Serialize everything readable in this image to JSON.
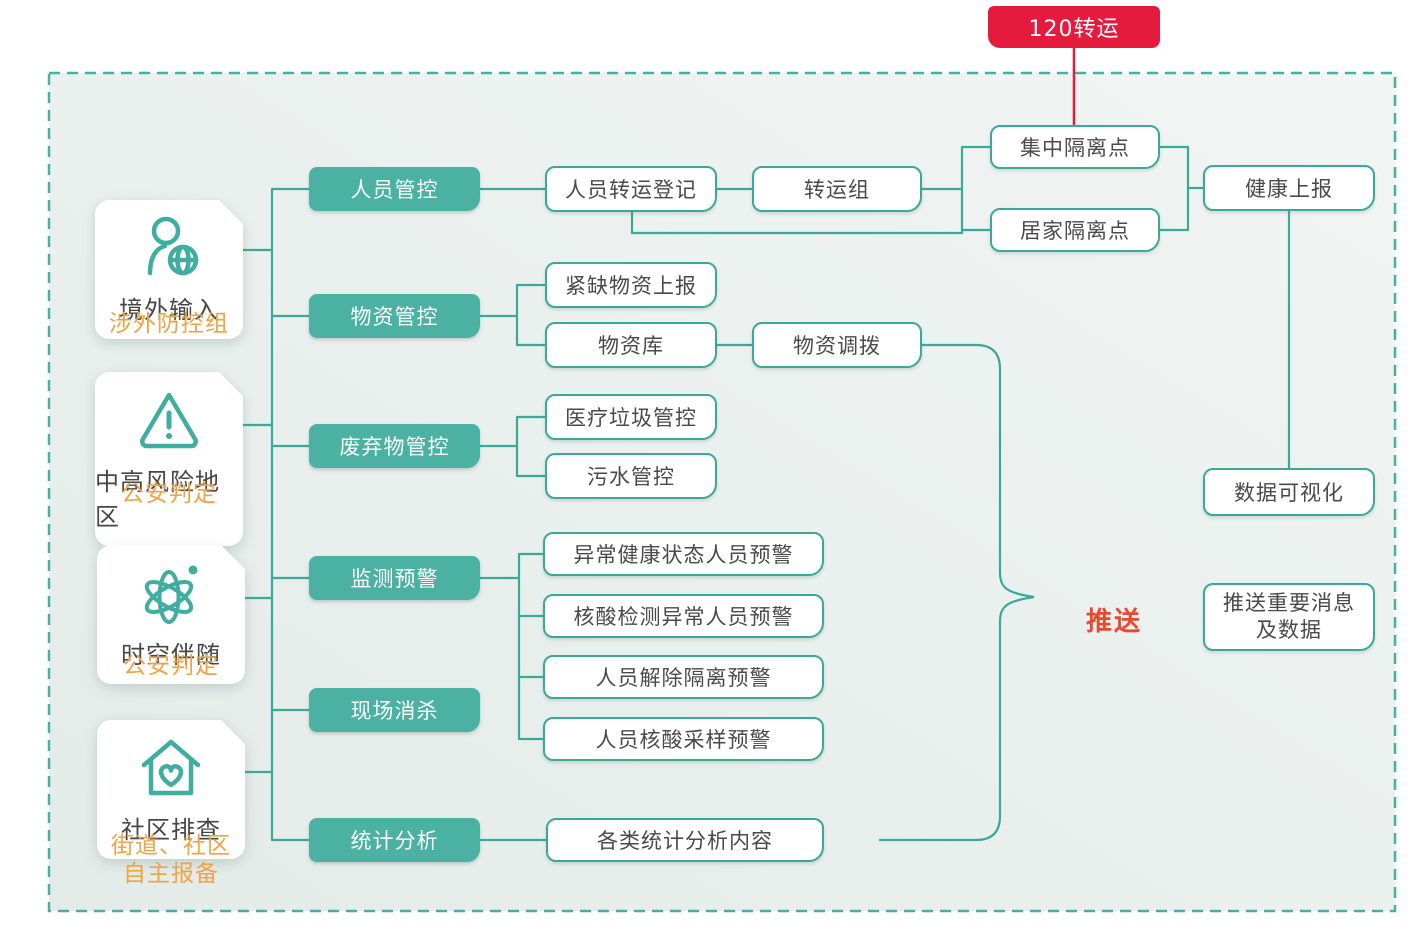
{
  "badge": {
    "label": "120转运"
  },
  "push_label": "推送",
  "sources": [
    {
      "title": "境外输入",
      "subtitle_lines": [
        "涉外防控组"
      ],
      "icon": "person-globe-icon"
    },
    {
      "title": "中高风险地区",
      "subtitle_lines": [
        "公安判定"
      ],
      "icon": "warning-triangle-icon"
    },
    {
      "title": "时空伴随",
      "subtitle_lines": [
        "公安判定"
      ],
      "icon": "atom-icon"
    },
    {
      "title": "社区排查",
      "subtitle_lines": [
        "街道、社区",
        "自主报备"
      ],
      "icon": "house-heart-icon"
    }
  ],
  "categories": {
    "personnel": "人员管控",
    "supplies": "物资管控",
    "waste": "废弃物管控",
    "monitor": "监测预警",
    "disinfect": "现场消杀",
    "stats": "统计分析"
  },
  "nodes": {
    "transfer_register": "人员转运登记",
    "transfer_team": "转运组",
    "central_isolation": "集中隔离点",
    "home_isolation": "居家隔离点",
    "health_report": "健康上报",
    "scarce_supplies": "紧缺物资上报",
    "supply_store": "物资库",
    "supply_dispatch": "物资调拨",
    "medical_waste": "医疗垃圾管控",
    "sewage": "污水管控",
    "warn_health": "异常健康状态人员预警",
    "warn_nucleic": "核酸检测异常人员预警",
    "warn_release": "人员解除隔离预警",
    "warn_sampling": "人员核酸采样预警",
    "stats_content": "各类统计分析内容",
    "data_viz": "数据可视化",
    "push_box_lines": [
      "推送重要消息",
      "及数据"
    ]
  },
  "colors": {
    "teal_line": "#3aa99a",
    "teal_fill": "#4ab1a3",
    "dashed_border": "#45b0a3",
    "badge_red": "#e51b3e",
    "push_red": "#e8492f",
    "subtitle_orange": "#f0a343",
    "text_dark": "#4a4a4a"
  }
}
